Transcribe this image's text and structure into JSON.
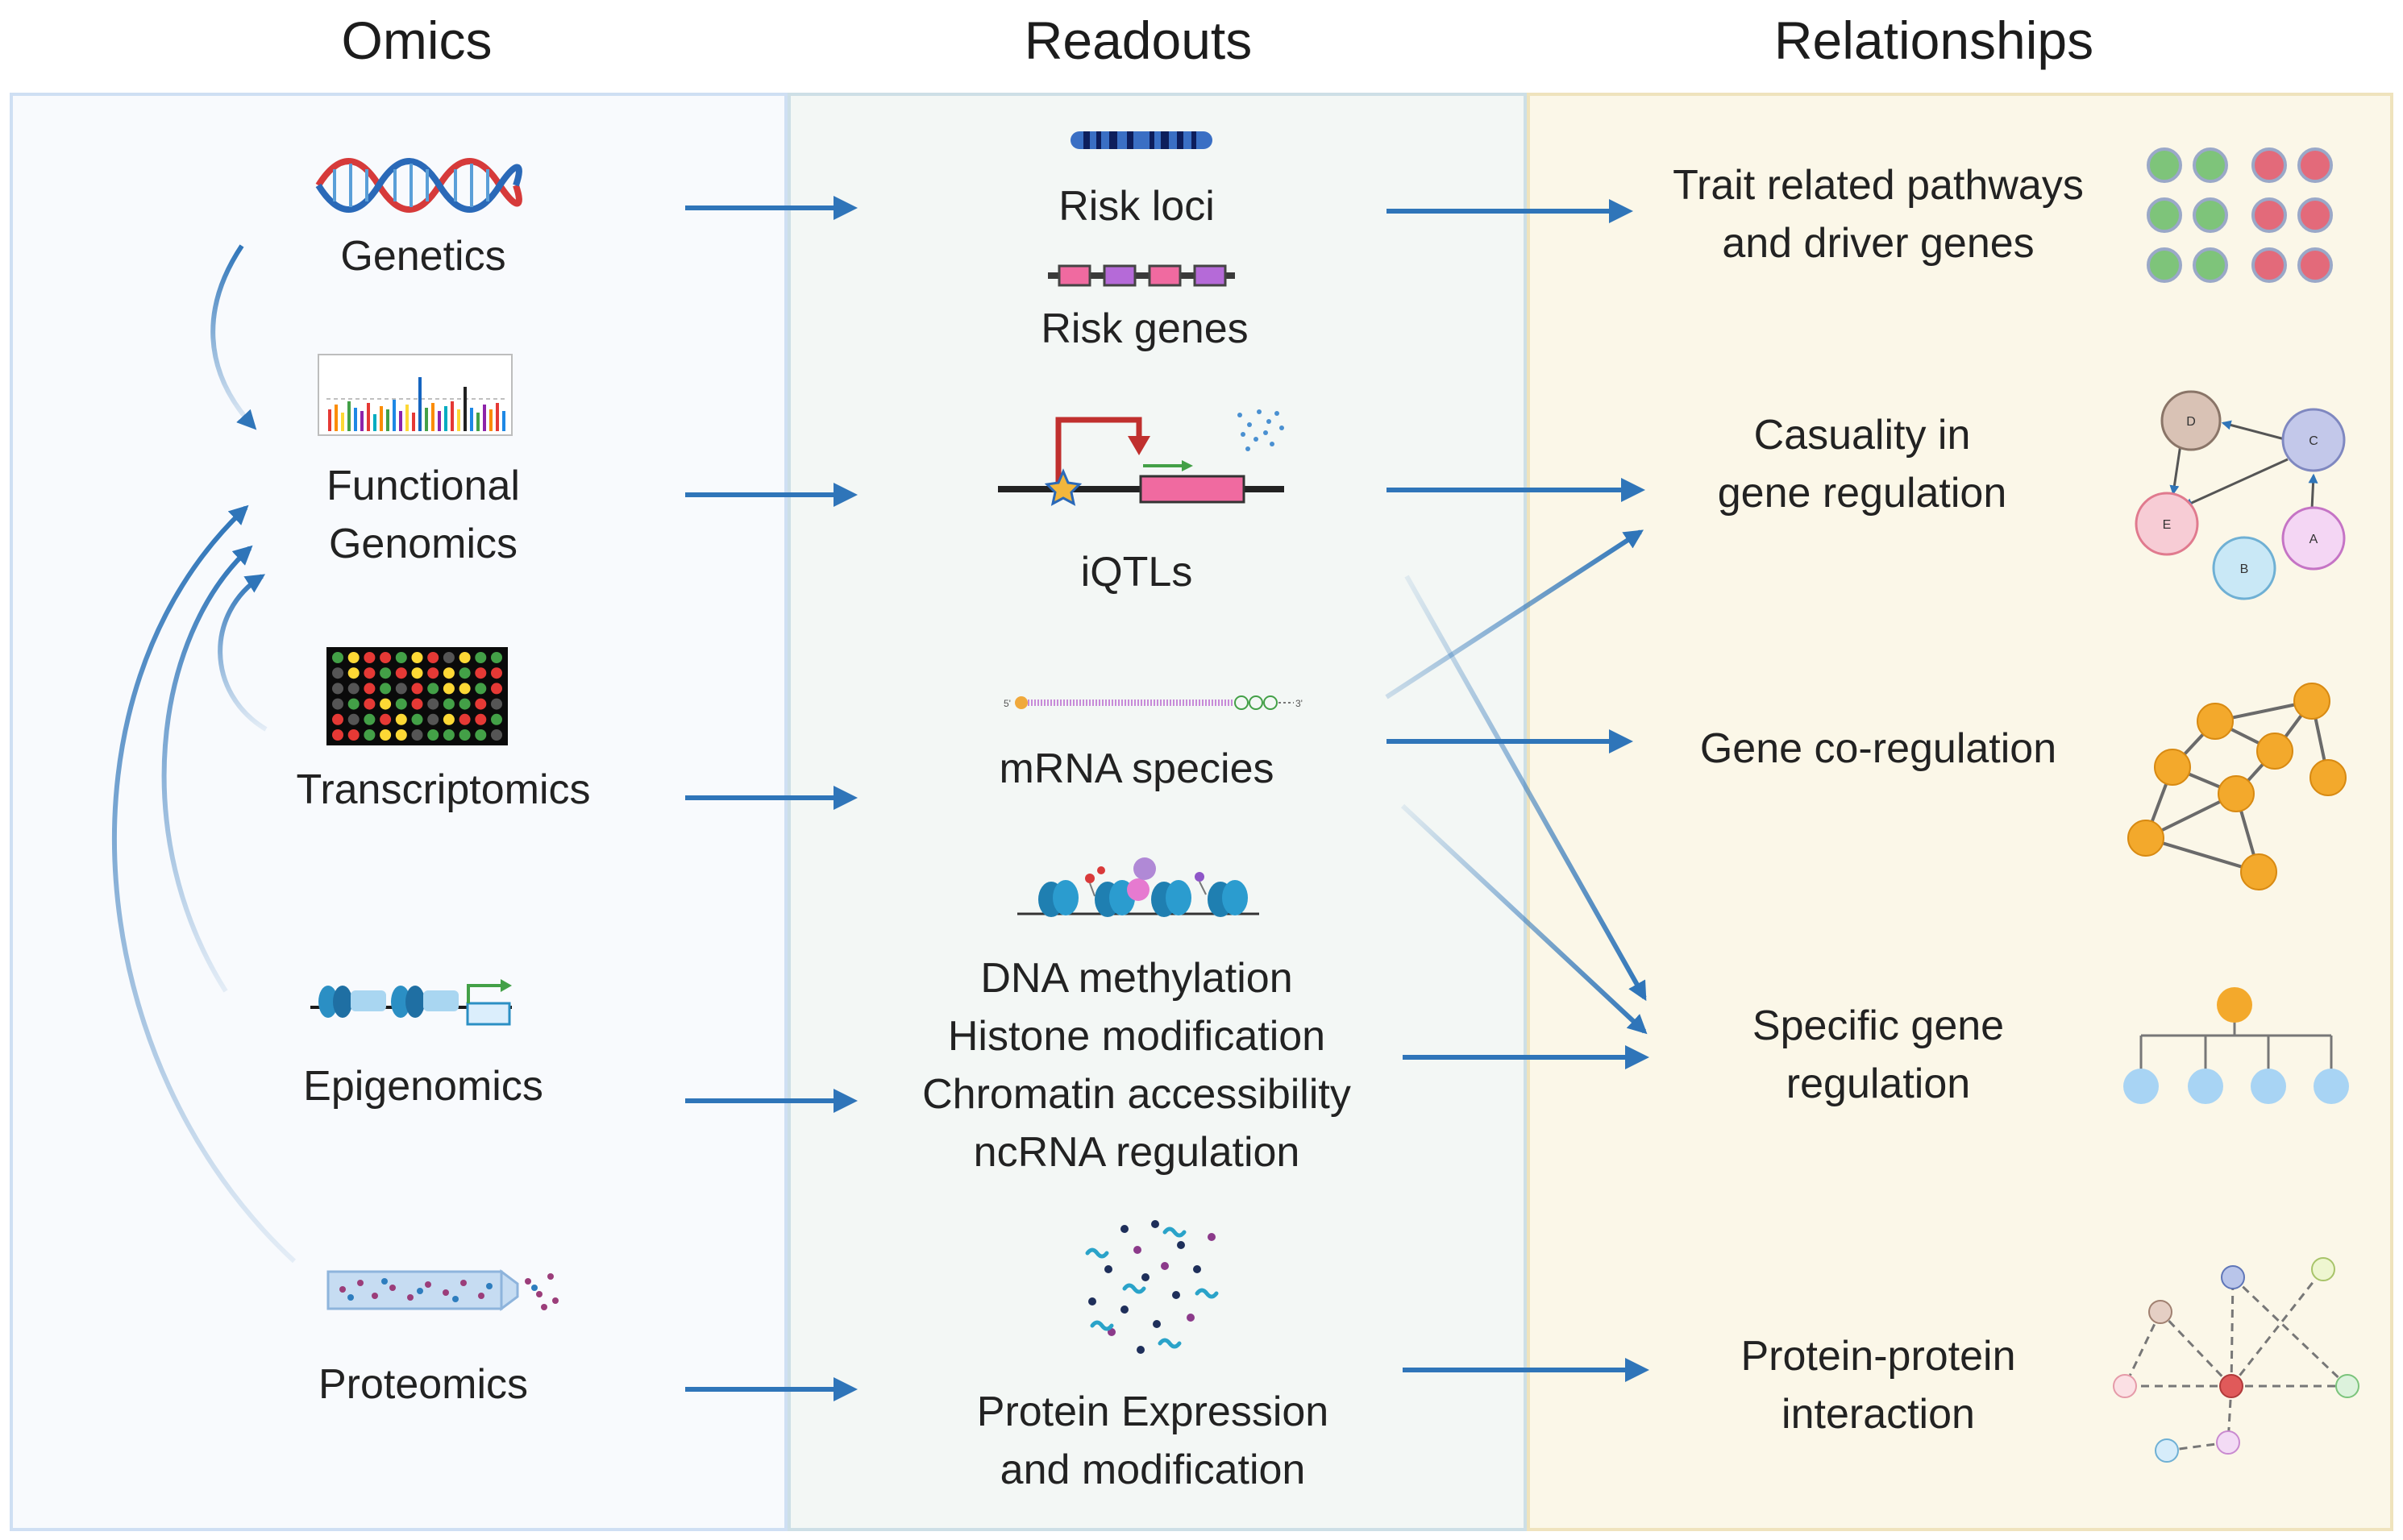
{
  "columns": {
    "omics": "Omics",
    "readouts": "Readouts",
    "relationships": "Relationships"
  },
  "omics": [
    {
      "label": "Genetics",
      "icon": "dna-icon"
    },
    {
      "label": "Functional\nGenomics",
      "icon": "manhattan-plot-icon"
    },
    {
      "label": "Transcriptomics",
      "icon": "microarray-icon"
    },
    {
      "label": "Epigenomics",
      "icon": "nucleosome-icon"
    },
    {
      "label": "Proteomics",
      "icon": "mass-spec-tube-icon"
    }
  ],
  "readouts": [
    {
      "label": "Risk loci",
      "icon": "chromosome-icon"
    },
    {
      "label": "Risk genes",
      "icon": "gene-blocks-icon"
    },
    {
      "label": "iQTLs",
      "icon": "promoter-gene-icon"
    },
    {
      "label": "mRNA species",
      "icon": "mrna-icon"
    },
    {
      "label": "DNA methylation\nHistone modification\nChromatin accessibility\nncRNA regulation",
      "icon": "chromatin-icon"
    },
    {
      "label": "Protein Expression\nand modification",
      "icon": "protein-dots-icon"
    }
  ],
  "relationships": [
    {
      "label": "Trait related pathways\nand driver genes",
      "icon": "dot-grid-icon"
    },
    {
      "label": "Casuality in\ngene regulation",
      "icon": "causal-graph-icon"
    },
    {
      "label": "Gene co-regulation",
      "icon": "coregulation-network-icon"
    },
    {
      "label": "Specific gene\nregulation",
      "icon": "tree-icon"
    },
    {
      "label": "Protein-protein\ninteraction",
      "icon": "ppi-network-icon"
    }
  ],
  "causal_nodes": [
    "D",
    "C",
    "E",
    "B",
    "A"
  ],
  "colors": {
    "arrow": "#2f75b9",
    "omics_bg": "#f8fafd",
    "readouts_bg": "#f3f7f5",
    "relationships_bg": "#fbf7e8"
  }
}
